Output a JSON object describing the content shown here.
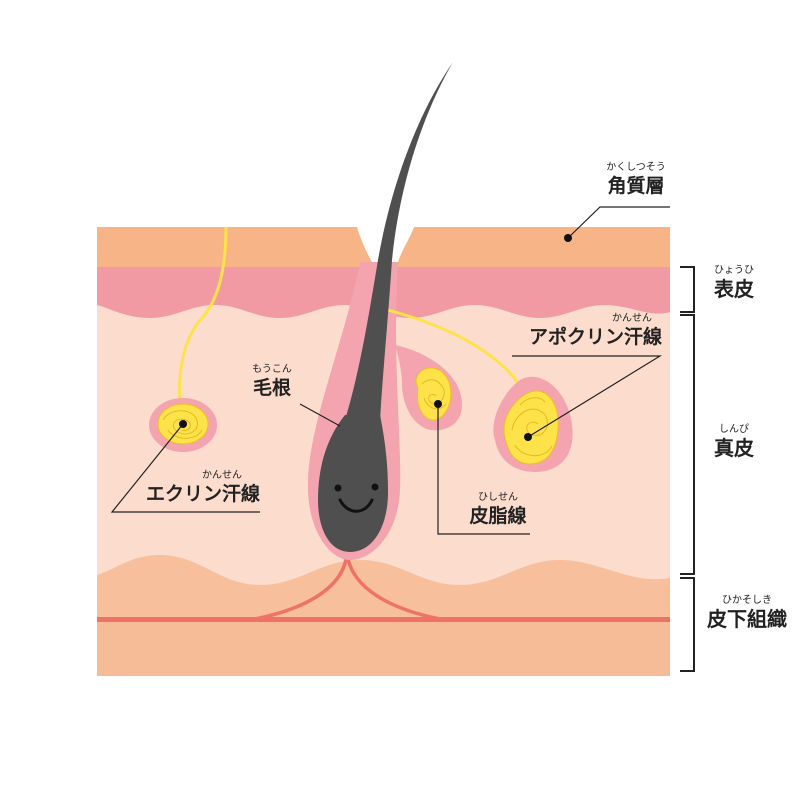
{
  "labels": {
    "stratum_corneum": {
      "ruby": "かくしつそう",
      "text": "角質層"
    },
    "epidermis": {
      "ruby": "ひょうひ",
      "text": "表皮"
    },
    "dermis": {
      "ruby": "しんぴ",
      "text": "真皮"
    },
    "subcutis": {
      "ruby": "ひかそしき",
      "text": "皮下組織"
    },
    "apocrine": {
      "ruby": "かんせん",
      "text": "アポクリン汗線"
    },
    "hair_root": {
      "ruby": "もうこん",
      "text": "毛根"
    },
    "eccrine": {
      "ruby": "かんせん",
      "text": "エクリン汗線"
    },
    "sebaceous": {
      "ruby": "ひしせん",
      "text": "皮脂線"
    }
  },
  "colors": {
    "stratum_corneum": "#f7b487",
    "epidermis": "#f29aa3",
    "dermis": "#fbdccd",
    "subcutis": "#f7bf9c",
    "follicle": "#f3a4ae",
    "hair": "#4f4f4f",
    "gland": "#fde24a",
    "vessel": "#ee7366",
    "line": "#222222"
  }
}
